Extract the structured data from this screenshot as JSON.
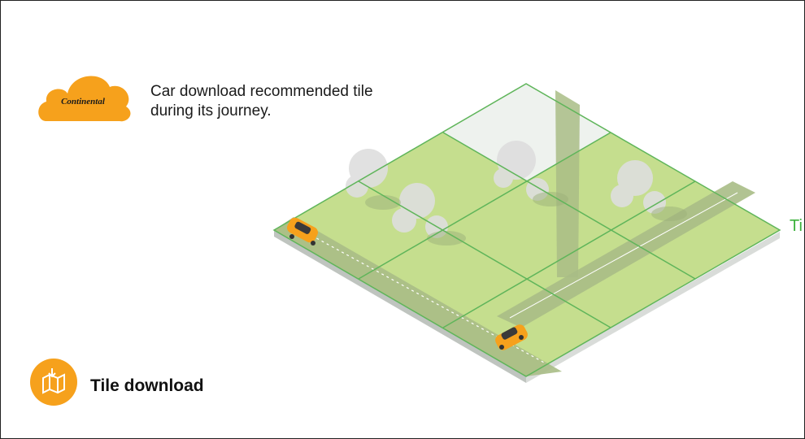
{
  "logo": {
    "text": "Continental",
    "icon": "continental-cloud-logo",
    "color": "#f6a11c"
  },
  "description": {
    "line1": "Car download recommended tile",
    "line2": "during its journey."
  },
  "map": {
    "tile_label_fragment": "Ti",
    "tile_grid_color": "#5fb55a",
    "tile_fill": "#c5de8e",
    "pending_tile_fill": "#eef2ee",
    "road_color": "#a9bd86",
    "car_color": "#f6a11c"
  },
  "footer": {
    "title": "Tile download",
    "icon": "map-download-icon"
  }
}
